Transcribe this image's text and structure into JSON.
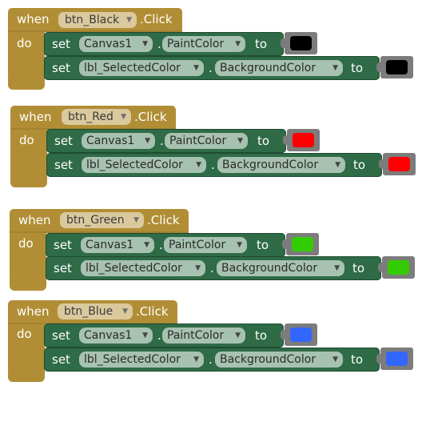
{
  "events": [
    {
      "when": "when",
      "component": "btn_Black",
      "event": ".Click",
      "do": "do",
      "stmts": [
        {
          "set": "set",
          "component": "Canvas1",
          "dot": ".",
          "property": "PaintColor",
          "to": "to",
          "color": "#000000"
        },
        {
          "set": "set",
          "component": "lbl_SelectedColor",
          "dot": ".",
          "property": "BackgroundColor",
          "to": "to",
          "color": "#000000"
        }
      ]
    },
    {
      "when": "when",
      "component": "btn_Red",
      "event": ".Click",
      "do": "do",
      "stmts": [
        {
          "set": "set",
          "component": "Canvas1",
          "dot": ".",
          "property": "PaintColor",
          "to": "to",
          "color": "#ff0000"
        },
        {
          "set": "set",
          "component": "lbl_SelectedColor",
          "dot": ".",
          "property": "BackgroundColor",
          "to": "to",
          "color": "#ff0000"
        }
      ]
    },
    {
      "when": "when",
      "component": "btn_Green",
      "event": ".Click",
      "do": "do",
      "stmts": [
        {
          "set": "set",
          "component": "Canvas1",
          "dot": ".",
          "property": "PaintColor",
          "to": "to",
          "color": "#33cc00"
        },
        {
          "set": "set",
          "component": "lbl_SelectedColor",
          "dot": ".",
          "property": "BackgroundColor",
          "to": "to",
          "color": "#33cc00"
        }
      ]
    },
    {
      "when": "when",
      "component": "btn_Blue",
      "event": ".Click",
      "do": "do",
      "stmts": [
        {
          "set": "set",
          "component": "Canvas1",
          "dot": ".",
          "property": "PaintColor",
          "to": "to",
          "color": "#3366ff"
        },
        {
          "set": "set",
          "component": "lbl_SelectedColor",
          "dot": ".",
          "property": "BackgroundColor",
          "to": "to",
          "color": "#3366ff"
        }
      ]
    }
  ]
}
